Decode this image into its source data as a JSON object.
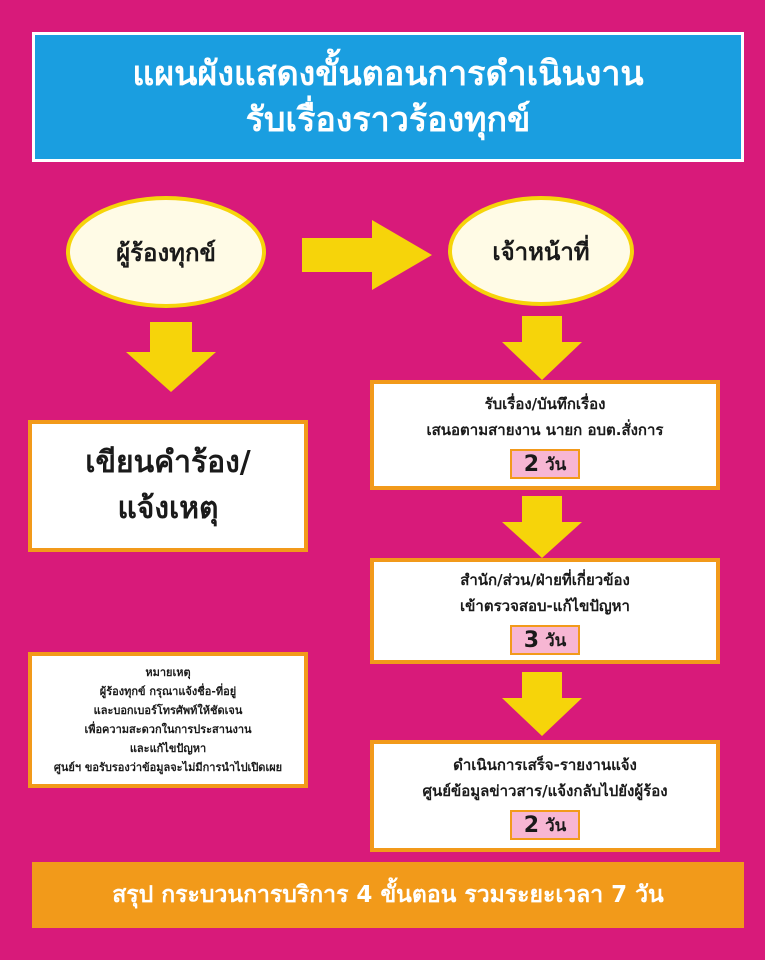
{
  "title": {
    "line1": "แผนผังแสดงขั้นตอนการดำเนินงาน",
    "line2": "รับเรื่องราวร้องทุกข์"
  },
  "left": {
    "actor": "ผู้ร้องทุกข์",
    "step_line1": "เขียนคำร้อง/",
    "step_line2": "แจ้งเหตุ",
    "note_lines": [
      "หมายเหตุ",
      "ผู้ร้องทุกข์ กรุณาแจ้งชื่อ-ที่อยู่",
      "และบอกเบอร์โทรศัพท์ให้ชัดเจน",
      "เพื่อความสะดวกในการประสานงาน",
      "และแก้ไขปัญหา",
      "ศูนย์ฯ ขอรับรองว่าข้อมูลจะไม่มีการนำไปเปิดเผย"
    ]
  },
  "right": {
    "actor": "เจ้าหน้าที่",
    "steps": [
      {
        "line1": "รับเรื่อง/บันทึกเรื่อง",
        "line2": "เสนอตามสายงาน นายก อบต.สั่งการ",
        "days": "2",
        "unit": "วัน"
      },
      {
        "line1": "สำนัก/ส่วน/ฝ่ายที่เกี่ยวข้อง",
        "line2": "เข้าตรวจสอบ-แก้ไขปัญหา",
        "days": "3",
        "unit": "วัน"
      },
      {
        "line1": "ดำเนินการเสร็จ-รายงานแจ้ง",
        "line2": "ศูนย์ข้อมูลข่าวสาร/แจ้งกลับไปยังผู้ร้อง",
        "days": "2",
        "unit": "วัน"
      }
    ]
  },
  "summary": "สรุป กระบวนการบริการ 4 ขั้นตอน รวมระยะเวลา 7 วัน",
  "colors": {
    "background": "#d81a7a",
    "title_bg": "#1a9ee0",
    "arrow": "#f6d40a",
    "box_border": "#f29a1a",
    "days_bg": "#f7b6d3",
    "summary_bg": "#f29a1a"
  }
}
